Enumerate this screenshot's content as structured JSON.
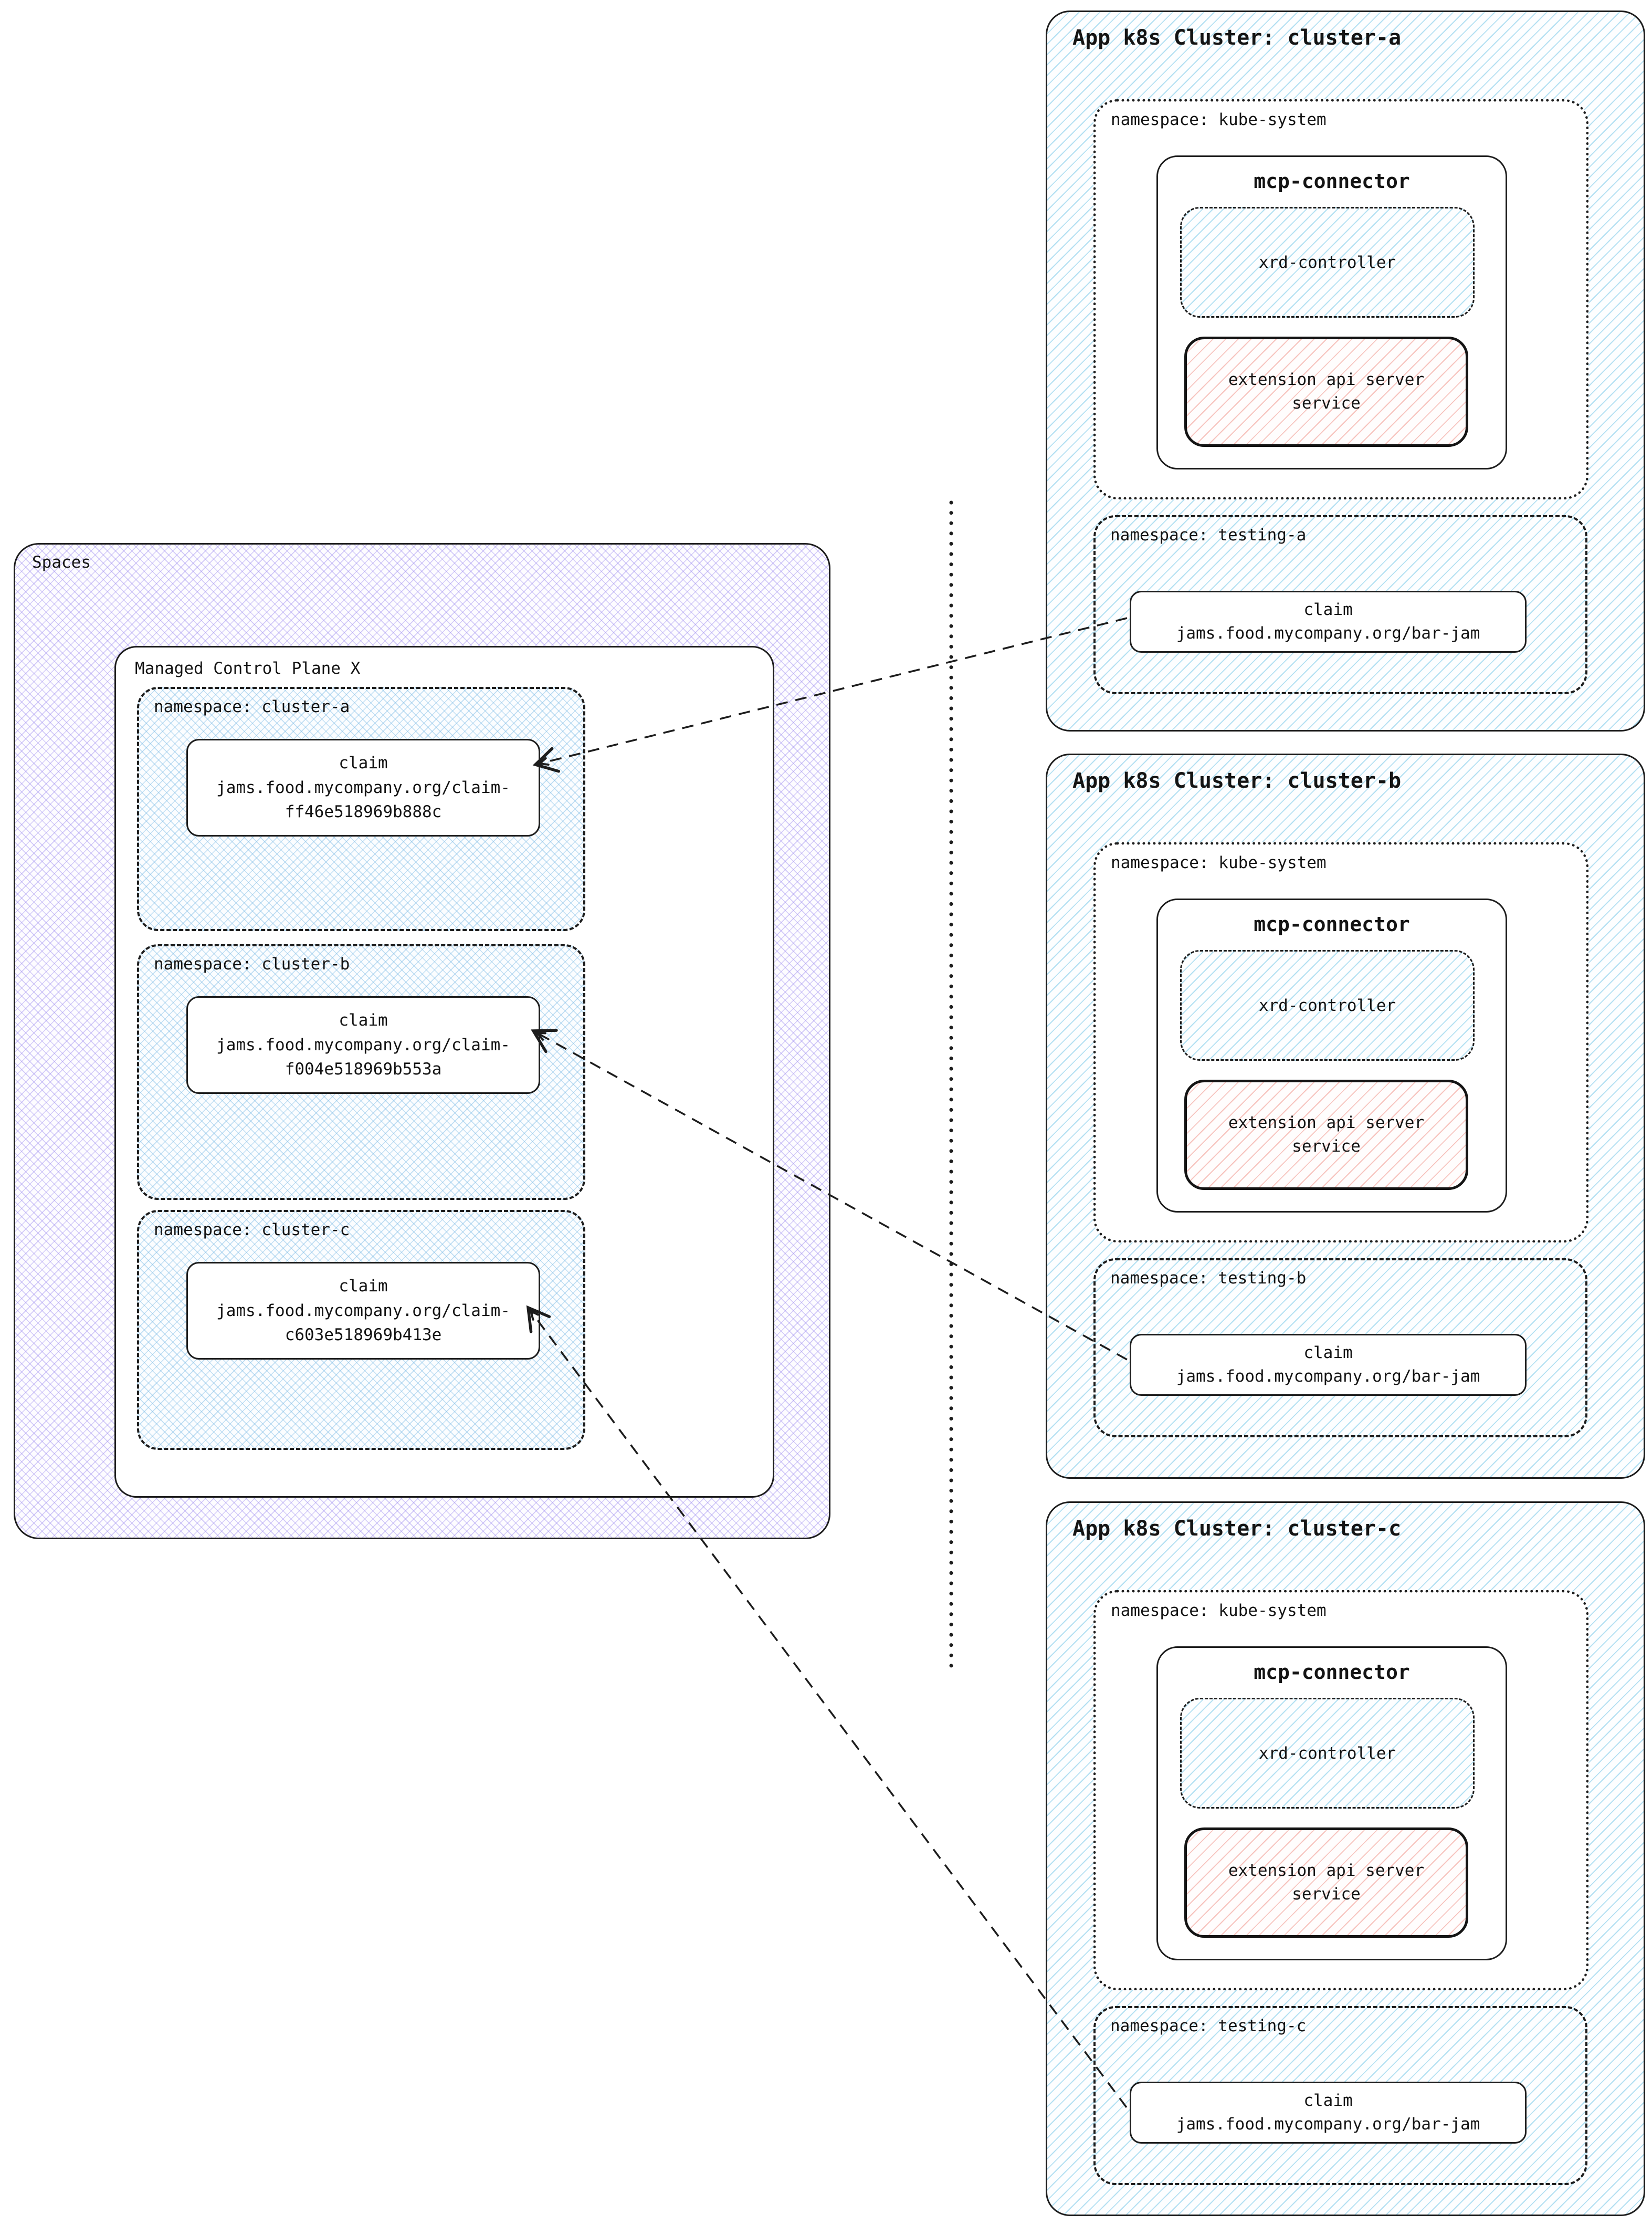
{
  "left": {
    "spaces_label": "Spaces",
    "mcp_label": "Managed Control Plane X",
    "namespaces": [
      {
        "label": "namespace: cluster-a",
        "claim_title": "claim",
        "claim_line1": "jams.food.mycompany.org/claim-",
        "claim_line2": "ff46e518969b888c"
      },
      {
        "label": "namespace: cluster-b",
        "claim_title": "claim",
        "claim_line1": "jams.food.mycompany.org/claim-",
        "claim_line2": "f004e518969b553a"
      },
      {
        "label": "namespace: cluster-c",
        "claim_title": "claim",
        "claim_line1": "jams.food.mycompany.org/claim-",
        "claim_line2": "c603e518969b413e"
      }
    ]
  },
  "clusters": [
    {
      "title": "App k8s Cluster: cluster-a",
      "kube_label": "namespace: kube-system",
      "connector_label": "mcp-connector",
      "xrd_label": "xrd-controller",
      "ext_line1": "extension api server",
      "ext_line2": "service",
      "testing_label": "namespace: testing-a",
      "claim_title": "claim",
      "claim_url": "jams.food.mycompany.org/bar-jam"
    },
    {
      "title": "App k8s Cluster: cluster-b",
      "kube_label": "namespace: kube-system",
      "connector_label": "mcp-connector",
      "xrd_label": "xrd-controller",
      "ext_line1": "extension api server",
      "ext_line2": "service",
      "testing_label": "namespace: testing-b",
      "claim_title": "claim",
      "claim_url": "jams.food.mycompany.org/bar-jam"
    },
    {
      "title": "App k8s Cluster: cluster-c",
      "kube_label": "namespace: kube-system",
      "connector_label": "mcp-connector",
      "xrd_label": "xrd-controller",
      "ext_line1": "extension api server",
      "ext_line2": "service",
      "testing_label": "namespace: testing-c",
      "claim_title": "claim",
      "claim_url": "jams.food.mycompany.org/bar-jam"
    }
  ],
  "colors": {
    "border": "#1d1d1d",
    "blue_hatch": "#78c8e8",
    "blue_cross_hatch": "#78b9e4",
    "purple_cross_hatch": "#9886ee",
    "red_hatch": "#f0968c",
    "box_fill": "#ffffff"
  }
}
